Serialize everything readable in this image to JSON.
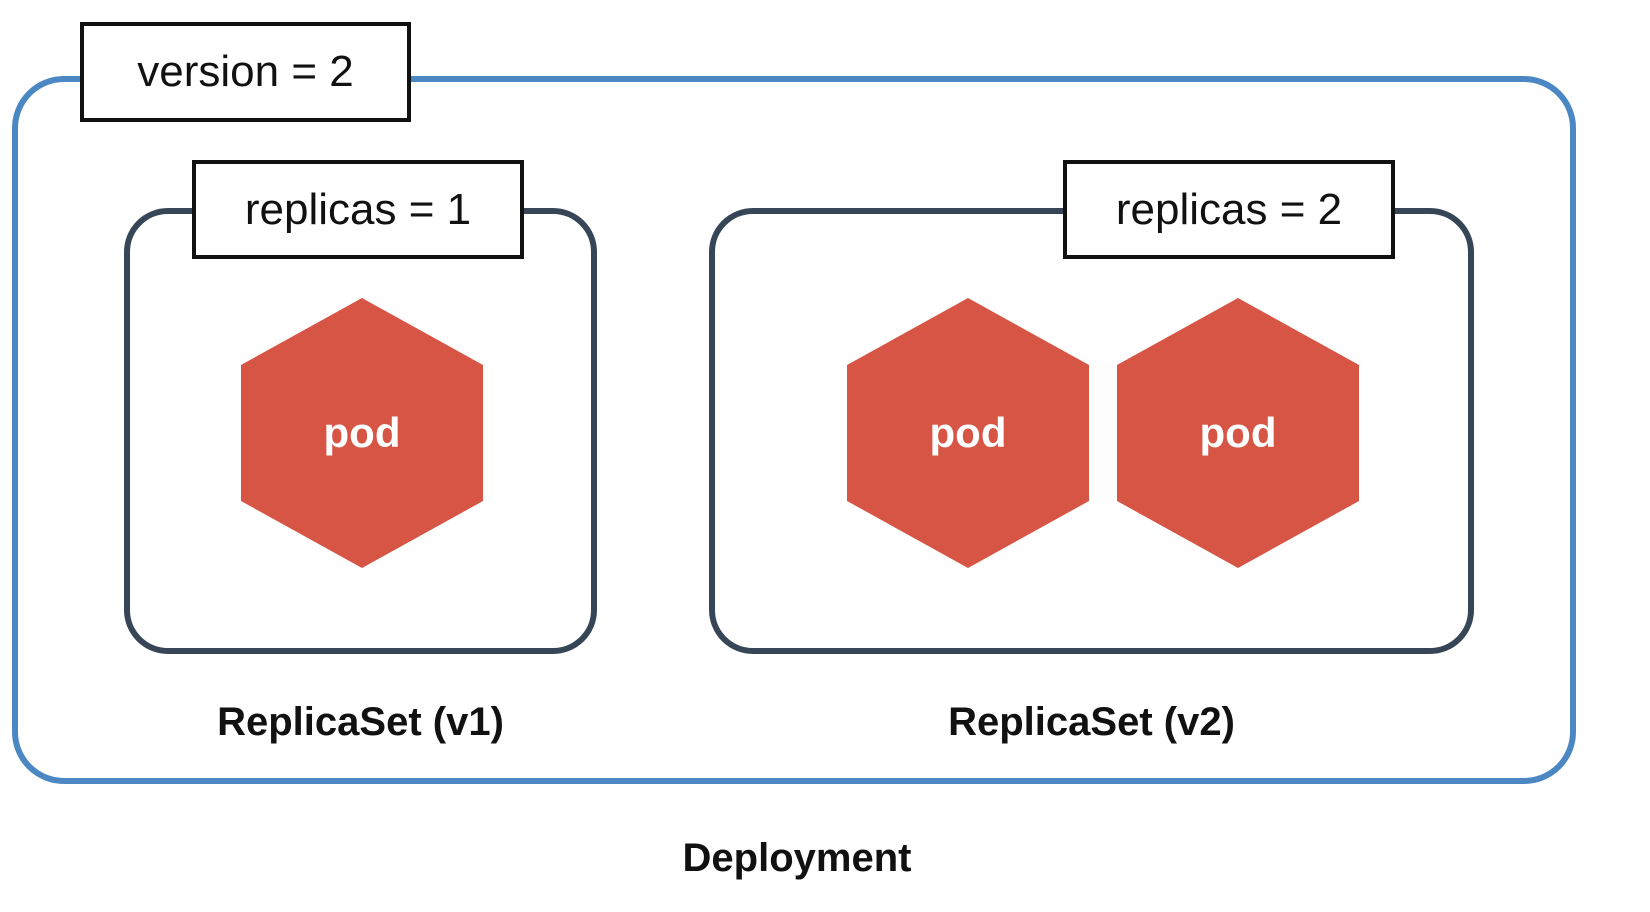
{
  "deployment": {
    "label": "Deployment",
    "version_label": "version = 2",
    "border_color": "#4a87c3"
  },
  "replicasets": [
    {
      "name": "ReplicaSet (v1)",
      "replicas_label": "replicas = 1",
      "pods": [
        "pod"
      ]
    },
    {
      "name": "ReplicaSet (v2)",
      "replicas_label": "replicas = 2",
      "pods": [
        "pod",
        "pod"
      ]
    }
  ],
  "colors": {
    "pod_fill": "#d65545",
    "replicaset_border": "#364656",
    "label_border": "#111111"
  }
}
